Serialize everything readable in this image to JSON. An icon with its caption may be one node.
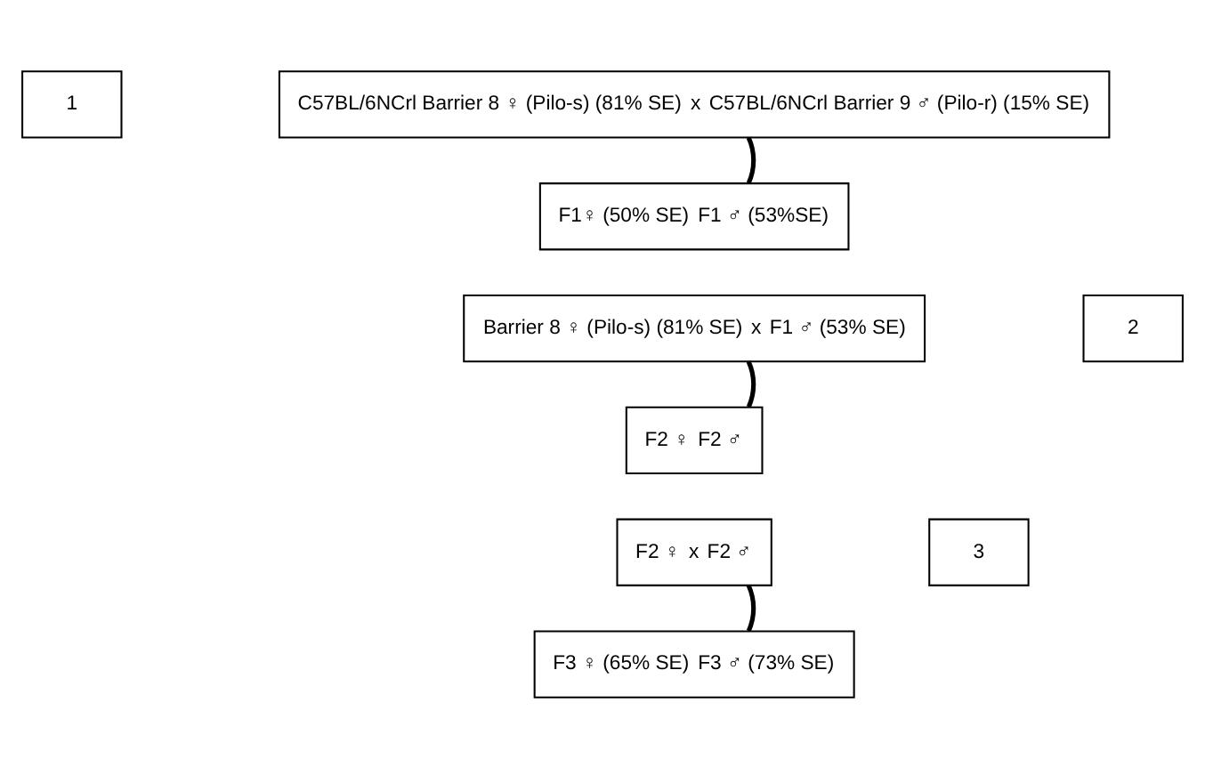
{
  "diagram": {
    "nodes": [
      {
        "text": [
          "1"
        ]
      },
      {
        "text": [
          "C57BL/6NCrl Barrier 8 ♀ (Pilo-s) (81% SE)",
          "x",
          "C57BL/6NCrl Barrier 9 ♂ (Pilo-r) (15% SE)"
        ]
      },
      {
        "text": [
          "F1♀ (50% SE)",
          "F1 ♂ (53%SE)"
        ]
      },
      {
        "text": [
          "2"
        ]
      },
      {
        "text": [
          "Barrier 8 ♀ (Pilo-s) (81% SE)",
          "x",
          "F1 ♂ (53% SE)"
        ]
      },
      {
        "text": [
          "F2 ♀",
          "F2 ♂"
        ]
      },
      {
        "text": [
          "3"
        ]
      },
      {
        "text": [
          "F2 ♀",
          "x",
          "F2 ♂"
        ]
      },
      {
        "text": [
          "F3 ♀ (65% SE)",
          "F3 ♂ (73% SE)"
        ]
      }
    ],
    "edges": [
      {
        "from": 1,
        "to": 2,
        "arrow": "none"
      },
      {
        "from": 4,
        "to": 5,
        "arrow": "none"
      },
      {
        "from": 7,
        "to": 8,
        "arrow": "none"
      }
    ]
  }
}
